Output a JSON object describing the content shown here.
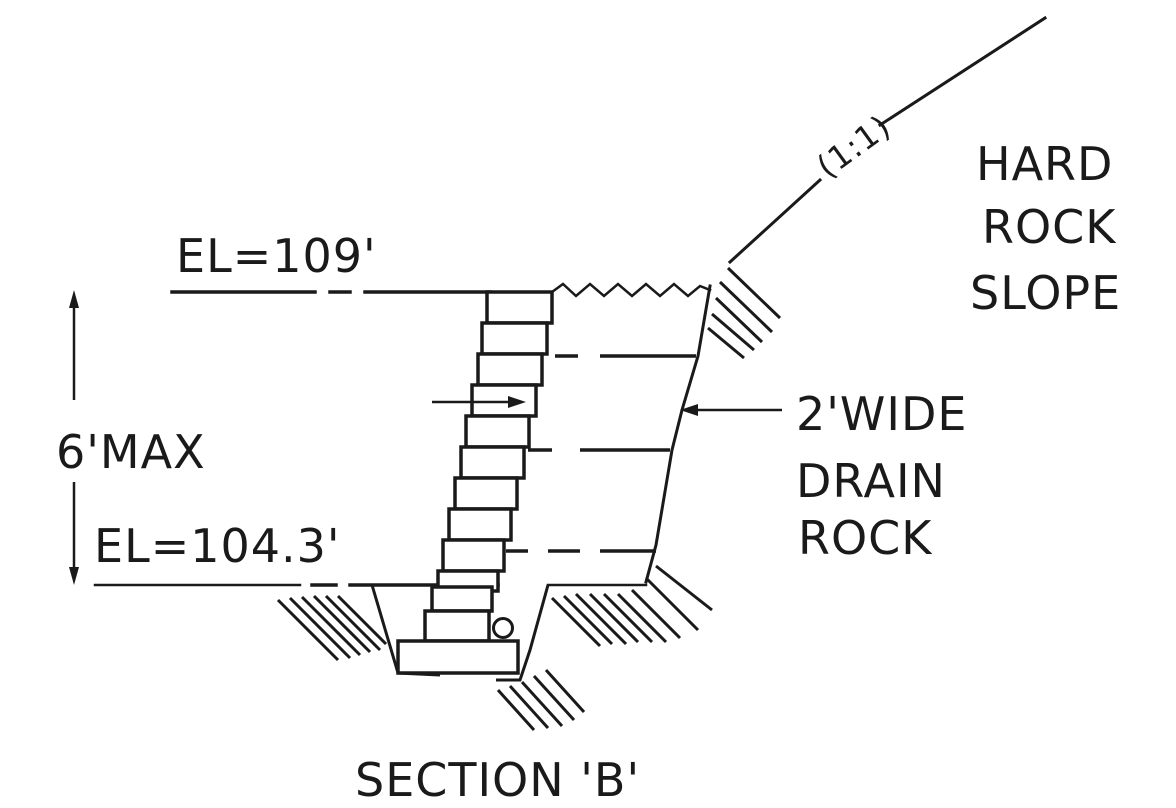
{
  "diagram": {
    "title": "SECTION 'B'",
    "labels": {
      "slope_ratio": "(1:1)",
      "hard_rock_line1": "HARD",
      "hard_rock_line2": "ROCK",
      "hard_rock_line3": "SLOPE",
      "top_elevation": "EL=109'",
      "bottom_elevation": "EL=104.3'",
      "height": "6'MAX",
      "drain_line1": "2'WIDE",
      "drain_line2": "DRAIN",
      "drain_line3": "ROCK"
    },
    "colors": {
      "ink": "#1a1a1a",
      "paper": "#ffffff"
    }
  }
}
